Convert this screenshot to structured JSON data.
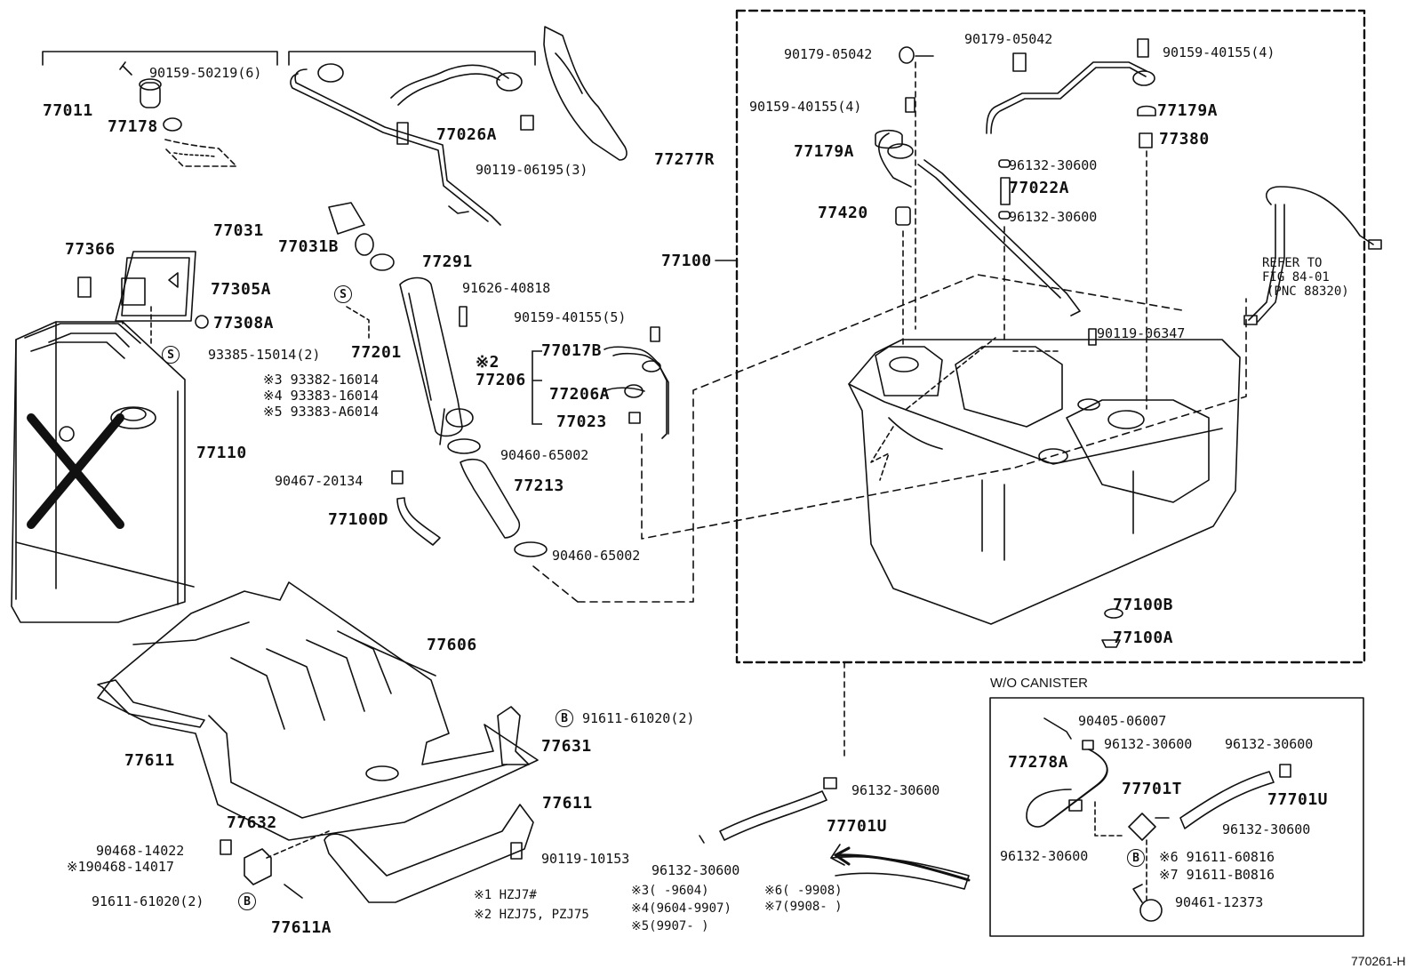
{
  "parts": {
    "p90159_50219": "90159-50219(6)",
    "p77011": "77011",
    "p77178": "77178",
    "p77026A": "77026A",
    "p90119_06195": "90119-06195(3)",
    "p77277R": "77277R",
    "p77031": "77031",
    "p77031B": "77031B",
    "p77291": "77291",
    "p77366": "77366",
    "p77305A": "77305A",
    "p77308A": "77308A",
    "p93385": "93385-15014(2)",
    "p77201": "77201",
    "p93382": "93382-16014",
    "p93383_16014": "93383-16014",
    "p93383_A6014": "93383-A6014",
    "p91626": "91626-40818",
    "p90159_40155_5": "90159-40155(5)",
    "p77017B": "77017B",
    "p77206": "77206",
    "p77206A": "77206A",
    "p77023": "77023",
    "p90460_a": "90460-65002",
    "p77213": "77213",
    "p90460_b": "90460-65002",
    "p90467": "90467-20134",
    "p77100D": "77100D",
    "p77110": "77110",
    "p77100": "77100",
    "p90179_a": "90179-05042",
    "p90179_b": "90179-05042",
    "p90159_40155_4a": "90159-40155(4)",
    "p90159_40155_4b": "90159-40155(4)",
    "p77179A_left": "77179A",
    "p77179A_right": "77179A",
    "p77380": "77380",
    "p96132_top1": "96132-30600",
    "p77022A": "77022A",
    "p96132_top2": "96132-30600",
    "p77420": "77420",
    "p90119_06347": "90119-06347",
    "p77100B": "77100B",
    "p77100A": "77100A",
    "p77606": "77606",
    "p77611_left": "77611",
    "p77611_right": "77611",
    "p91611_61020_a": "91611-61020(2)",
    "p77631": "77631",
    "p77632": "77632",
    "p90468_14022": "90468-14022",
    "p90468_14017": "90468-14017",
    "p91611_61020_b": "91611-61020(2)",
    "p77611A": "77611A",
    "p90119_10153": "90119-10153",
    "p96132_mid": "96132-30600",
    "p77701U_mid": "77701U",
    "p96132_bot": "96132-30600",
    "p90405": "90405-06007",
    "p96132_c1": "96132-30600",
    "p96132_c2": "96132-30600",
    "p77278A": "77278A",
    "p77701T": "77701T",
    "p77701U_c": "77701U",
    "p96132_c3": "96132-30600",
    "p96132_c4": "96132-30600",
    "p91611_60816": "91611-60816",
    "p91611_B0816": "91611-B0816",
    "p90461": "90461-12373"
  },
  "refer": {
    "line1": "REFER TO",
    "line2": "FIG 84-01",
    "line3": "(PNC 88320)"
  },
  "markers": {
    "m1": "※1",
    "m2": "※2",
    "m3": "※3",
    "m4": "※4",
    "m5": "※5",
    "m6": "※6",
    "m7": "※7",
    "s": "S",
    "b": "B"
  },
  "notes": {
    "n1_code": "※1",
    "n1_text": "HZJ7#",
    "n2_code": "※2",
    "n2_text": "HZJ75, PZJ75",
    "n3": "※3(      -9604)",
    "n4": "※4(9604-9907)",
    "n5": "※5(9907-      )",
    "n6": "※6(      -9908)",
    "n7": "※7(9908-      )"
  },
  "wo_canister": "W/O CANISTER",
  "drawing_id": "770261-H"
}
